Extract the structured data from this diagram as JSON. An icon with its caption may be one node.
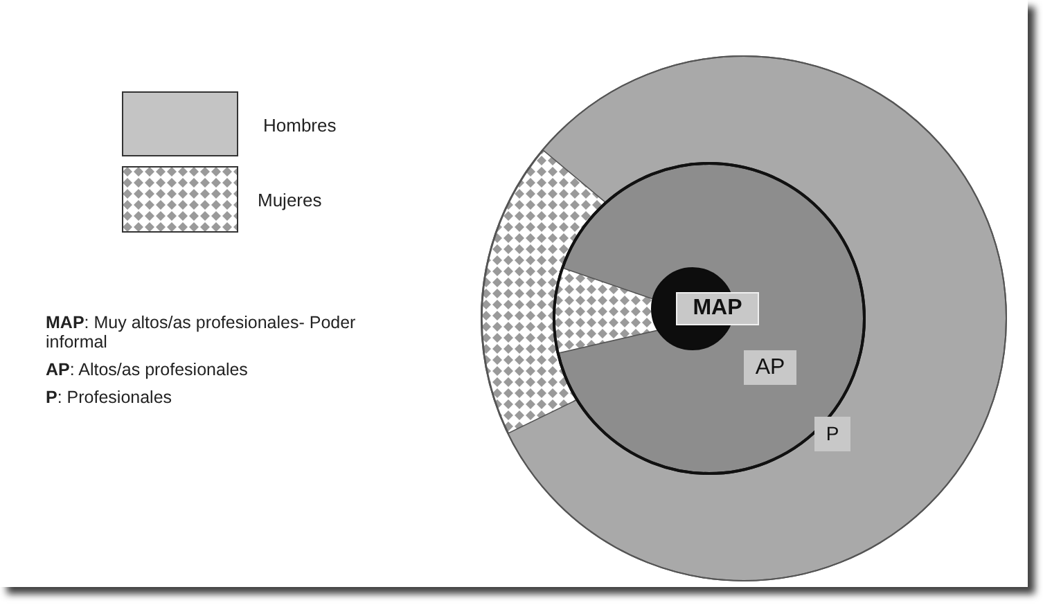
{
  "diagram": {
    "nodes": [
      {
        "text": [
          "P"
        ]
      },
      {
        "text": [
          "AP"
        ],
        "in": 0
      },
      {
        "text": [
          "MAP"
        ],
        "in": 1
      }
    ],
    "edges": [],
    "labels": [
      "**MAP**: Muy altos/as profesionales- Poder informal",
      "**AP**: Altos/as profesionales",
      "**P**: Profesionales"
    ],
    "legend": [
      {
        "text": "Hombres",
        "color": "#c4c4c4"
      },
      {
        "text": "Mujeres"
      }
    ]
  }
}
